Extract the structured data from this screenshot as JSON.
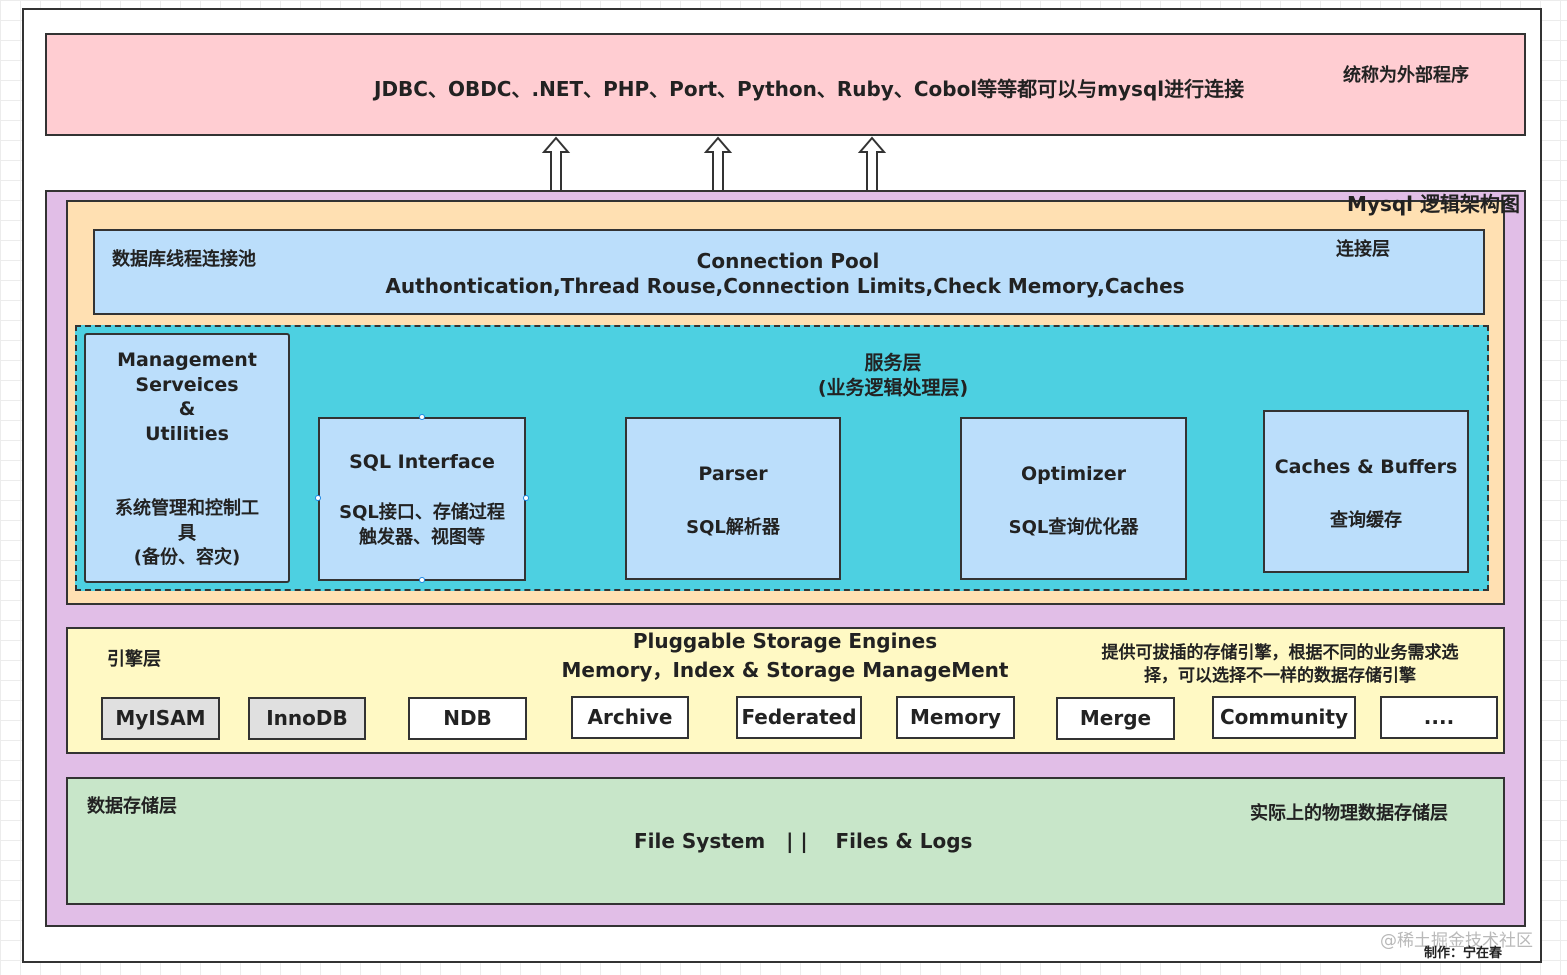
{
  "client_layer": {
    "text": "JDBC、OBDC、.NET、PHP、Port、Python、Ruby、Cobol等等都可以与mysql进行连接",
    "label": "统称为外部程序",
    "color": "#ffcdd2"
  },
  "diagram_title": "Mysql 逻辑架构图",
  "connection_layer": {
    "cn_label": "数据库线程连接池",
    "title": "Connection Pool",
    "subtitle": "Authontication,Thread Rouse,Connection Limits,Check Memory,Caches",
    "layer_label": "连接层",
    "color": "#bbdefb"
  },
  "service_layer": {
    "title": "服务层",
    "subtitle": "(业务逻辑处理层)",
    "color": "#4dd0e1",
    "management": {
      "line1": "Management",
      "line2": "Serveices",
      "line3": "&",
      "line4": "Utilities",
      "cn_line1": "系统管理和控制工",
      "cn_line2": "具",
      "cn_line3": "(备份、容灾)"
    },
    "sql_interface": {
      "title": "SQL Interface",
      "desc_line1": "SQL接口、存储过程",
      "desc_line2": "触发器、视图等"
    },
    "parser": {
      "title": "Parser",
      "desc": "SQL解析器"
    },
    "optimizer": {
      "title": "Optimizer",
      "desc": "SQL查询优化器"
    },
    "caches": {
      "title": "Caches & Buffers",
      "desc": "查询缓存"
    }
  },
  "engine_layer": {
    "label": "引擎层",
    "title": "Pluggable Storage Engines",
    "subtitle": "Memory，Index & Storage ManageMent",
    "note_line1": "提供可拔插的存储引擎，根据不同的业务需求选",
    "note_line2": "择，可以选择不一样的数据存储引擎",
    "color": "#fff9c4",
    "engines": [
      "MyISAM",
      "InnoDB",
      "NDB",
      "Archive",
      "Federated",
      "Memory",
      "Merge",
      "Community",
      "...."
    ]
  },
  "storage_layer": {
    "label": "数据存储层",
    "content": "File System   | |    Files & Logs",
    "note": "实际上的物理数据存储层",
    "color": "#c8e6c9"
  },
  "watermark": "@稀土掘金技术社区",
  "author": "制作：宁在春",
  "arrow_icon": "double-headed-vertical-arrow-icon"
}
